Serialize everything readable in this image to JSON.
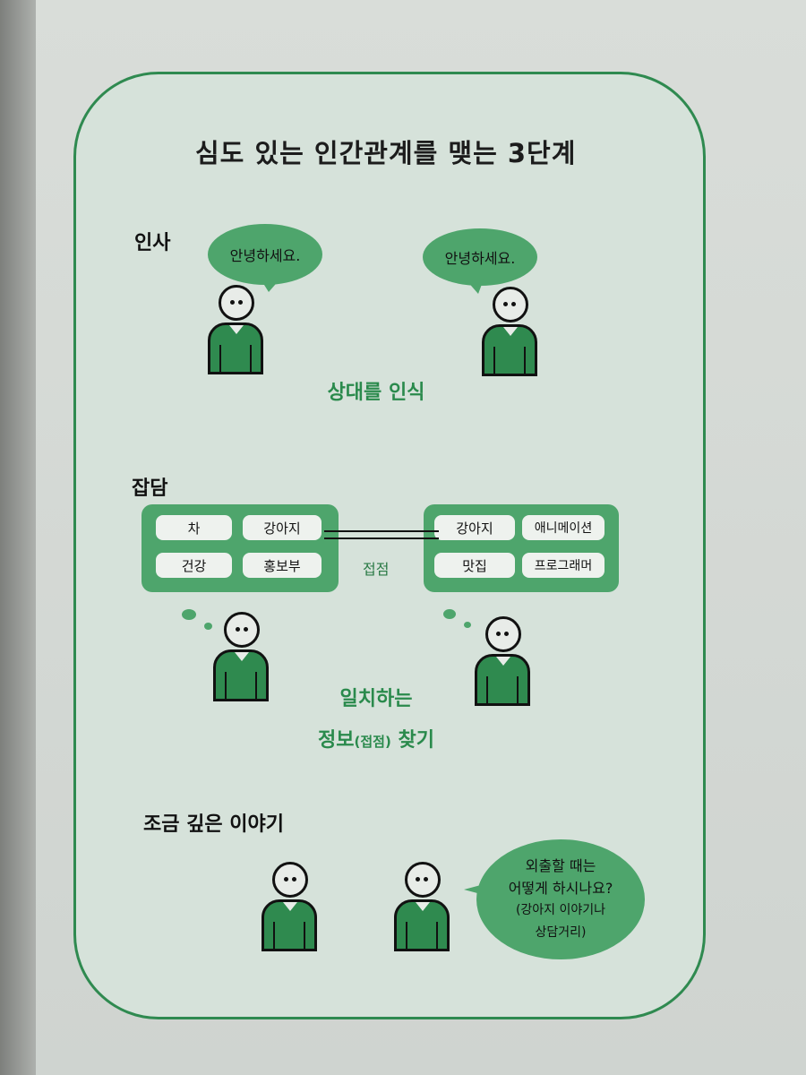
{
  "title": "심도 있는 인간관계를 맺는 3단계",
  "stage1": {
    "label": "인사",
    "bubble_left": "안녕하세요.",
    "bubble_right": "안녕하세요.",
    "caption": "상대를 인식"
  },
  "stage2": {
    "label": "잡담",
    "left_topics": [
      "차",
      "강아지",
      "건강",
      "홍보부"
    ],
    "right_topics": [
      "강아지",
      "애니메이션",
      "맛집",
      "프로그래머"
    ],
    "connector": "접점",
    "caption_line1": "일치하는",
    "caption_line2_main": "정보",
    "caption_line2_paren": "(접점)",
    "caption_line2_end": " 찾기"
  },
  "stage3": {
    "label": "조금 깊은 이야기",
    "bubble_lines": [
      "외출할 때는",
      "어떻게 하시나요?",
      "(강아지 이야기나",
      "상담거리)"
    ]
  }
}
